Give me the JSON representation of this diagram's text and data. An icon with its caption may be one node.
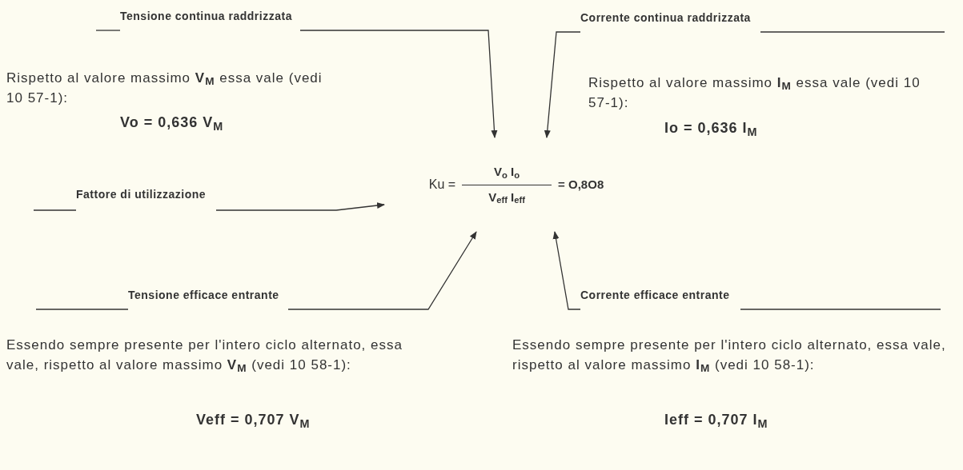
{
  "diagram": {
    "nodes": [
      {
        "text": [
          "Tensione continua raddrizzata"
        ]
      },
      {
        "text": [
          "Corrente continua raddrizzata"
        ]
      },
      {
        "text": [
          "Fattore di utilizzazione"
        ]
      },
      {
        "text": [
          "Ku =",
          "V$_{o}$ I$_{o}$",
          "V$_{eff}$ I$_{eff}$",
          "= O,8O8"
        ]
      },
      {
        "text": [
          "Tensione efficace entrante"
        ]
      },
      {
        "text": [
          "Corrente efficace entrante"
        ]
      }
    ],
    "edges": [
      {
        "from": 0,
        "to": 3,
        "arrow": "to"
      },
      {
        "from": 1,
        "to": 3,
        "arrow": "to"
      },
      {
        "from": 2,
        "to": 3,
        "arrow": "to"
      },
      {
        "from": 4,
        "to": 3,
        "arrow": "to"
      },
      {
        "from": 5,
        "to": 3,
        "arrow": "to"
      }
    ],
    "labels": [
      "Rispetto al valore massimo **V**$_{M}$ essa vale (vedi 10 57-1):",
      "Rispetto al valore massimo **I**$_{M}$ essa vale (vedi 10 57-1):",
      "Vo = 0,636 V$_{M}$",
      "Io = 0,636 I$_{M}$",
      "Essendo sempre presente per l'intero ciclo alternato, essa vale, rispetto al valore massimo **V**$_{M}$ (vedi 10 58-1):",
      "Essendo sempre presente per l'intero ciclo alternato, essa vale, rispetto al valore massimo **I**$_{M}$ (vedi 10 58-1):",
      "Veff = 0,707 V$_{M}$",
      "Ieff = 0,707 I$_{M}$"
    ]
  }
}
